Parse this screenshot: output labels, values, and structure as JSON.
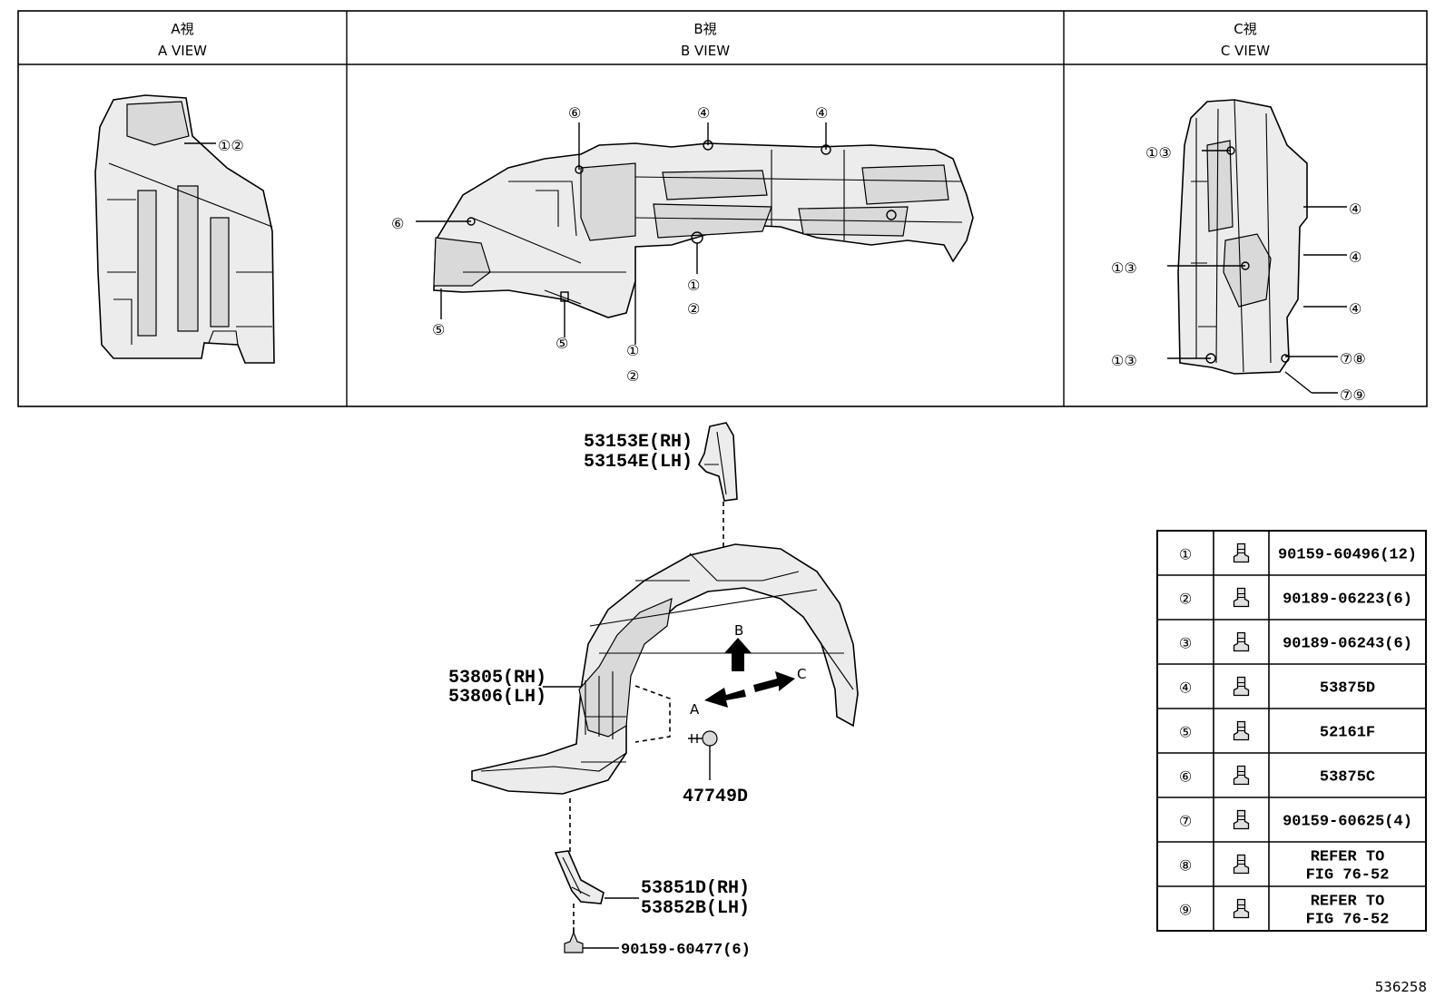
{
  "views": [
    {
      "title_jp": "A視",
      "title_en": "A VIEW"
    },
    {
      "title_jp": "B視",
      "title_en": "B VIEW"
    },
    {
      "title_jp": "C視",
      "title_en": "C VIEW"
    }
  ],
  "callouts": {
    "a12": "①②",
    "b6a": "⑥",
    "b4a": "④",
    "b4b": "④",
    "b6b": "⑥",
    "b1": "①",
    "b2": "②",
    "b5a": "⑤",
    "b5b": "⑤",
    "b1b": "①",
    "b2b": "②",
    "c13a": "①③",
    "c13b": "①③",
    "c13c": "①③",
    "c4a": "④",
    "c4b": "④",
    "c4c": "④",
    "c78": "⑦⑧",
    "c79": "⑦⑨"
  },
  "parts": {
    "p53153": "53153E(RH)",
    "p53154": "53154E(LH)",
    "p53805": "53805(RH)",
    "p53806": "53806(LH)",
    "p47749": "47749D",
    "p53851": "53851D(RH)",
    "p53852": "53852B(LH)",
    "p90159": "90159-60477(6)"
  },
  "arrows": {
    "b": "B",
    "a": "A",
    "c": "C"
  },
  "fastener_table": [
    {
      "num": "①",
      "icon": "bolt-icon",
      "part": "90159-60496(12)"
    },
    {
      "num": "②",
      "icon": "clip-icon",
      "part": "90189-06223(6)"
    },
    {
      "num": "③",
      "icon": "clip-icon",
      "part": "90189-06243(6)"
    },
    {
      "num": "④",
      "icon": "push-clip-icon",
      "part": "53875D"
    },
    {
      "num": "⑤",
      "icon": "retainer-icon",
      "part": "52161F"
    },
    {
      "num": "⑥",
      "icon": "retainer-icon",
      "part": "53875C"
    },
    {
      "num": "⑦",
      "icon": "screw-icon",
      "part": "90159-60625(4)"
    },
    {
      "num": "⑧",
      "icon": "nut-icon",
      "part_line1": "REFER TO",
      "part_line2": "FIG 76-52"
    },
    {
      "num": "⑨",
      "icon": "nut-icon",
      "part_line1": "REFER TO",
      "part_line2": "FIG 76-52"
    }
  ],
  "diagram_id": "536258"
}
